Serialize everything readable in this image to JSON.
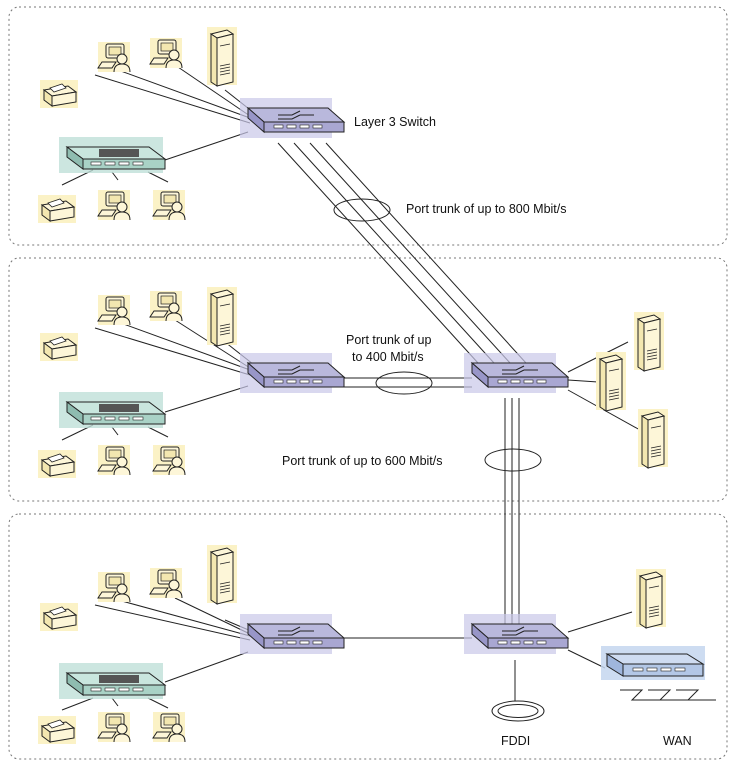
{
  "labels": {
    "layer3_switch": "Layer 3 Switch",
    "trunk_800": "Port trunk of up to 800 Mbit/s",
    "trunk_400_line1": "Port trunk of up",
    "trunk_400_line2": "to 400 Mbit/s",
    "trunk_600": "Port trunk of up to 600 Mbit/s",
    "fddi": "FDDI",
    "wan": "WAN"
  },
  "colors": {
    "switch_fill": "#b9b8dc",
    "switch_accent": "#8e8cc2",
    "hub_fill": "#bfe0d8",
    "hub_accent": "#8fbcb0",
    "device_fill": "#fbf2c6",
    "wan_router_fill": "#c4d6ee",
    "line": "#222222",
    "zone_border": "#777777"
  },
  "icons": {
    "switch": "layer3-switch-icon",
    "hub": "hub-icon",
    "workstation": "workstation-icon",
    "printer": "printer-icon",
    "server": "server-icon",
    "router": "wan-router-icon",
    "fddi_ring": "fddi-ring-icon"
  }
}
